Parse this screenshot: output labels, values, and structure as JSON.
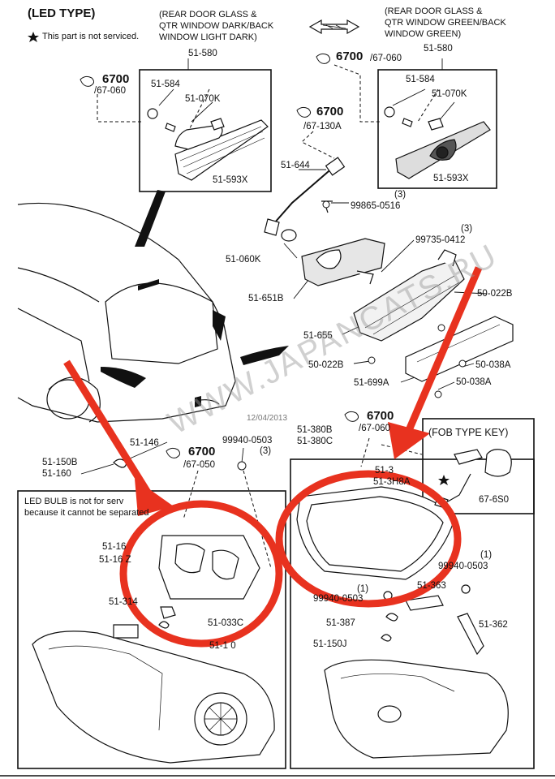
{
  "title": "(LED TYPE)",
  "not_serviced_note": "This part is not serviced.",
  "header_left": [
    "(REAR DOOR GLASS &",
    "QTR WINDOW DARK/BACK",
    "WINDOW LIGHT DARK)"
  ],
  "header_right": [
    "(REAR DOOR GLASS &",
    "QTR WINDOW GREEN/BACK",
    "WINDOW GREEN)"
  ],
  "led_note": [
    "LED BULB is not for serv",
    "because it cannot be separated"
  ],
  "fob_label": "(FOB TYPE KEY)",
  "date_stamp": "12/04/2013",
  "watermark": "WWW.JAPANCATS.RU",
  "colors": {
    "highlight": "#e8321f",
    "line": "#111111"
  },
  "refs": [
    {
      "main": "6700",
      "sub": "/67-060"
    },
    {
      "main": "6700",
      "sub": "/67-060"
    },
    {
      "main": "6700",
      "sub": "/67-130A"
    },
    {
      "main": "6700",
      "sub": "/67-050"
    },
    {
      "main": "6700",
      "sub": "/67-060"
    }
  ],
  "parts": [
    "51-580",
    "51-584",
    "51-070K",
    "51-593X",
    "51-580",
    "51-584",
    "51-070K",
    "51-593X",
    "51-644",
    "99865-0516",
    "(3)",
    "51-060K",
    "51-651B",
    "99735-0412",
    "(3)",
    "50-022B",
    "51-655",
    "50-022B",
    "51-699A",
    "50-038A",
    "50-038A",
    "51-146",
    "51-150B",
    "51-160",
    "99940-0503",
    "(3)",
    "51-380B",
    "51-380C",
    "51-3",
    "51-3H8A",
    "67-6S0",
    "51-16",
    "51-16 Z",
    "51-314",
    "51-033C",
    "51-1 0",
    "(1)",
    "99940-0503",
    "(1)",
    "99940-0503",
    "51-363",
    "51-387",
    "51-362",
    "51-150J"
  ]
}
